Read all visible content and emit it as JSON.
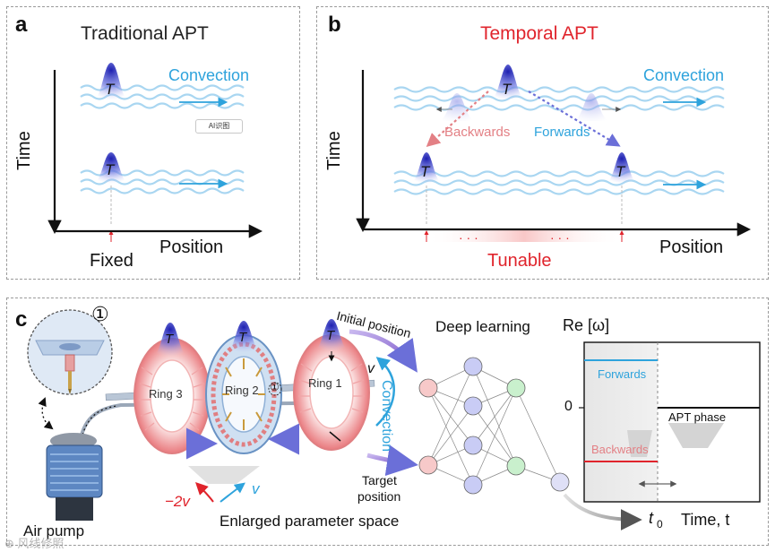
{
  "panel_a": {
    "letter": "a",
    "title": "Traditional APT",
    "convection": "Convection",
    "time_label": "Time",
    "position_label": "Position",
    "fixed_label": "Fixed",
    "t_symbol": "T",
    "ai_badge": "AI识图"
  },
  "panel_b": {
    "letter": "b",
    "title": "Temporal APT",
    "convection": "Convection",
    "backwards": "Backwards",
    "forwards": "Forwards",
    "time_label": "Time",
    "position_label": "Position",
    "tunable_label": "Tunable",
    "dots": "· · ·",
    "t_symbol": "T"
  },
  "panel_c": {
    "letter": "c",
    "marker": "①",
    "ring3": "Ring 3",
    "ring2": "Ring 2",
    "ring1": "Ring 1",
    "t_symbol": "T",
    "initial_position": "Initial position",
    "target_position_1": "Target",
    "target_position_2": "position",
    "convection": "Convection",
    "v_symbol": "v",
    "minus_2v": "−2v",
    "deep_learning": "Deep learning",
    "air_pump": "Air pump",
    "enlarged_space": "Enlarged parameter space",
    "graph": {
      "ylabel": "Re [ω]",
      "zero": "0",
      "forwards": "Forwards",
      "backwards": "Backwards",
      "apt_phase": "APT phase",
      "t0_main": "t",
      "t0_sub": "0",
      "xlabel": "Time, t"
    }
  },
  "watermark": "⊕ 风线修照",
  "colors": {
    "red": "#e0242c",
    "blue": "#2ea3dc",
    "pink": "#e38085",
    "wave": "#9fd0ee"
  }
}
